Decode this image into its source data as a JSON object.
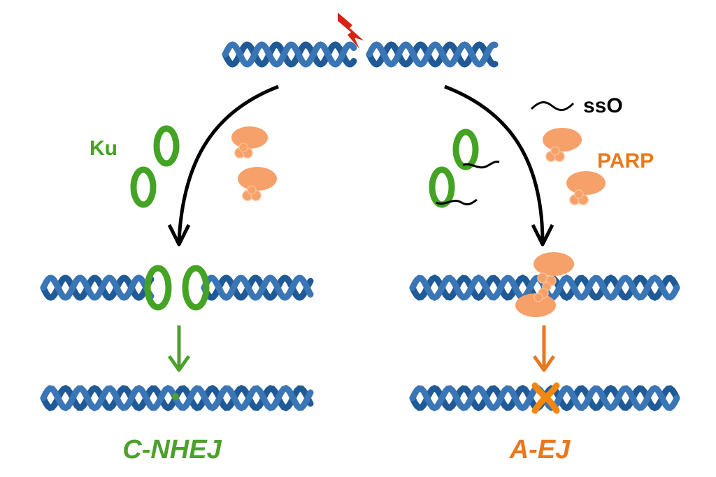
{
  "labels": {
    "ku": "Ku",
    "sso": "ssO",
    "parp": "PARP",
    "left_pathway": "C-NHEJ",
    "right_pathway": "A-EJ"
  },
  "colors": {
    "dna": "#1f5a96",
    "dna_light": "#3a76b5",
    "ku": "#44a324",
    "ku_dark": "#2c7f16",
    "parp": "#f6a06a",
    "parp_light": "#fbbe91",
    "c_nhej": "#4ea02c",
    "a_ej": "#e8781d",
    "lightning": "#d8210f",
    "arrow": "#000000"
  },
  "icons": [
    "lightning-bolt-icon",
    "ku-ring-icon",
    "parp-protein-icon",
    "sso-strand-icon",
    "dna-helix-icon"
  ]
}
